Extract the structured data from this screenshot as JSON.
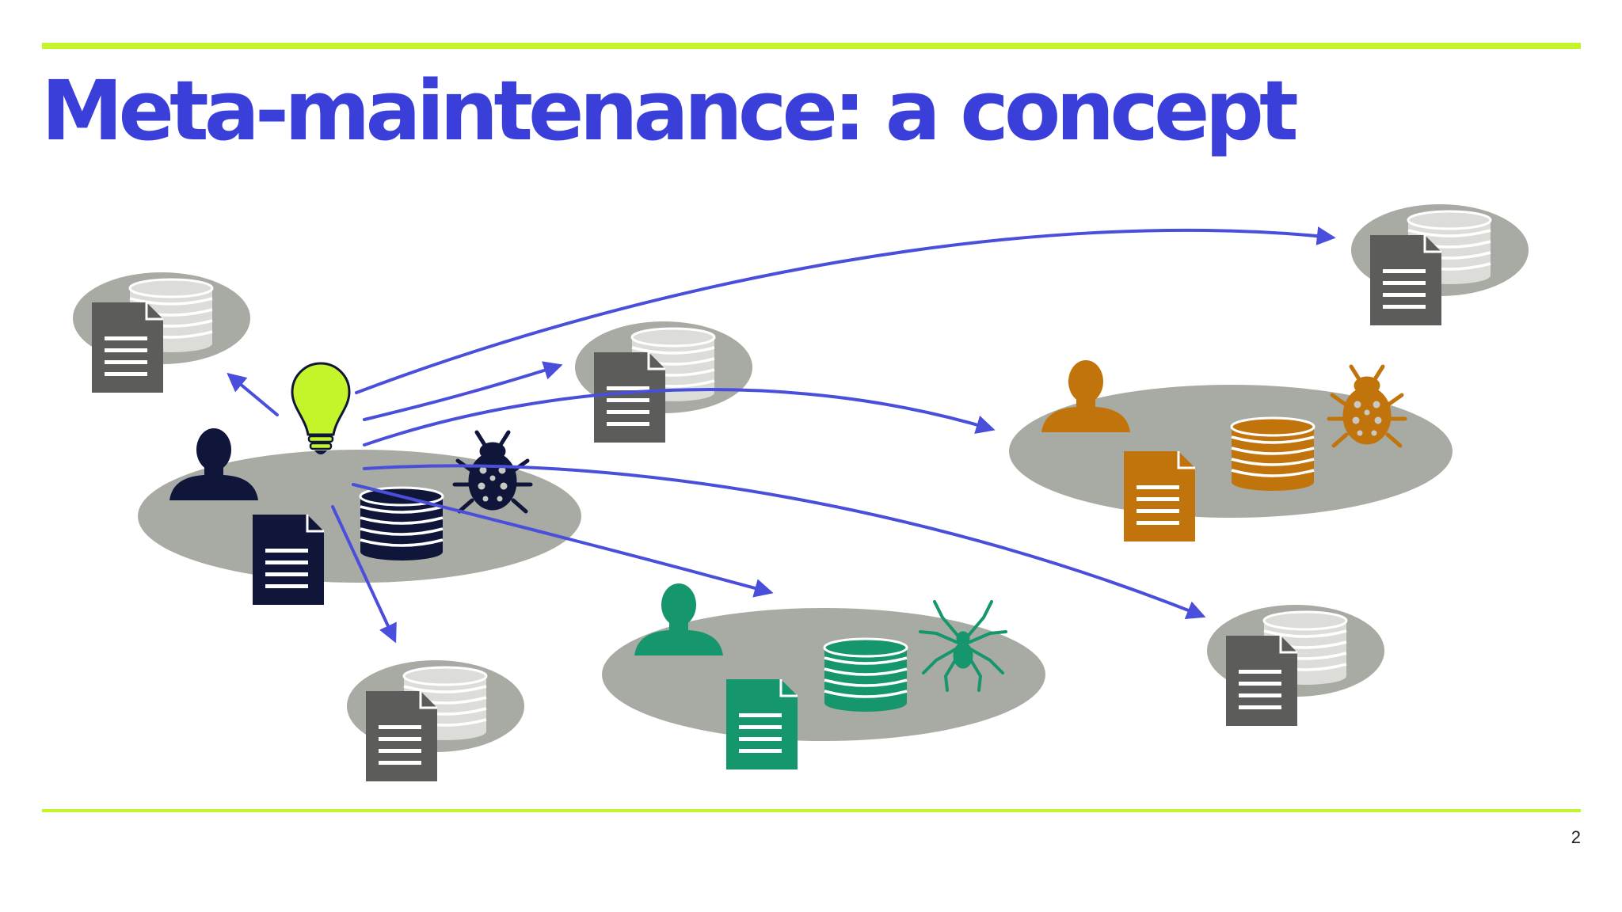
{
  "slide": {
    "title": "Meta-maintenance: a concept",
    "page_number": "2"
  },
  "colors": {
    "title": "#3a3fd9",
    "rule": "#c4f52b",
    "arrow": "#4a4fdb",
    "platform": "#a8aba3",
    "faded_icon": "#dcdcd8",
    "faded_doc": "#5c5c5a",
    "origin": "#10163a",
    "bulb": "#c4f52b",
    "orange": "#c2740c",
    "green": "#16966d"
  },
  "diagram": {
    "nodes": [
      {
        "name": "origin-project",
        "color": "origin",
        "icons": [
          "person-icon",
          "document-icon",
          "database-icon",
          "ladybug-icon",
          "lightbulb-icon"
        ]
      },
      {
        "name": "green-project",
        "color": "green",
        "icons": [
          "person-icon",
          "document-icon",
          "database-icon",
          "spider-icon"
        ]
      },
      {
        "name": "orange-project",
        "color": "orange",
        "icons": [
          "person-icon",
          "document-icon",
          "database-icon",
          "ladybug-icon"
        ]
      },
      {
        "name": "faded-project-1",
        "color": "faded_icon",
        "icons": [
          "document-icon",
          "database-icon"
        ]
      },
      {
        "name": "faded-project-2",
        "color": "faded_icon",
        "icons": [
          "document-icon",
          "database-icon"
        ]
      },
      {
        "name": "faded-project-3",
        "color": "faded_icon",
        "icons": [
          "document-icon",
          "database-icon"
        ]
      },
      {
        "name": "faded-project-4",
        "color": "faded_icon",
        "icons": [
          "document-icon",
          "database-icon"
        ]
      },
      {
        "name": "faded-project-5",
        "color": "faded_icon",
        "icons": [
          "document-icon",
          "database-icon"
        ]
      }
    ],
    "arrows_from": "lightbulb-icon",
    "arrow_count": 7
  }
}
